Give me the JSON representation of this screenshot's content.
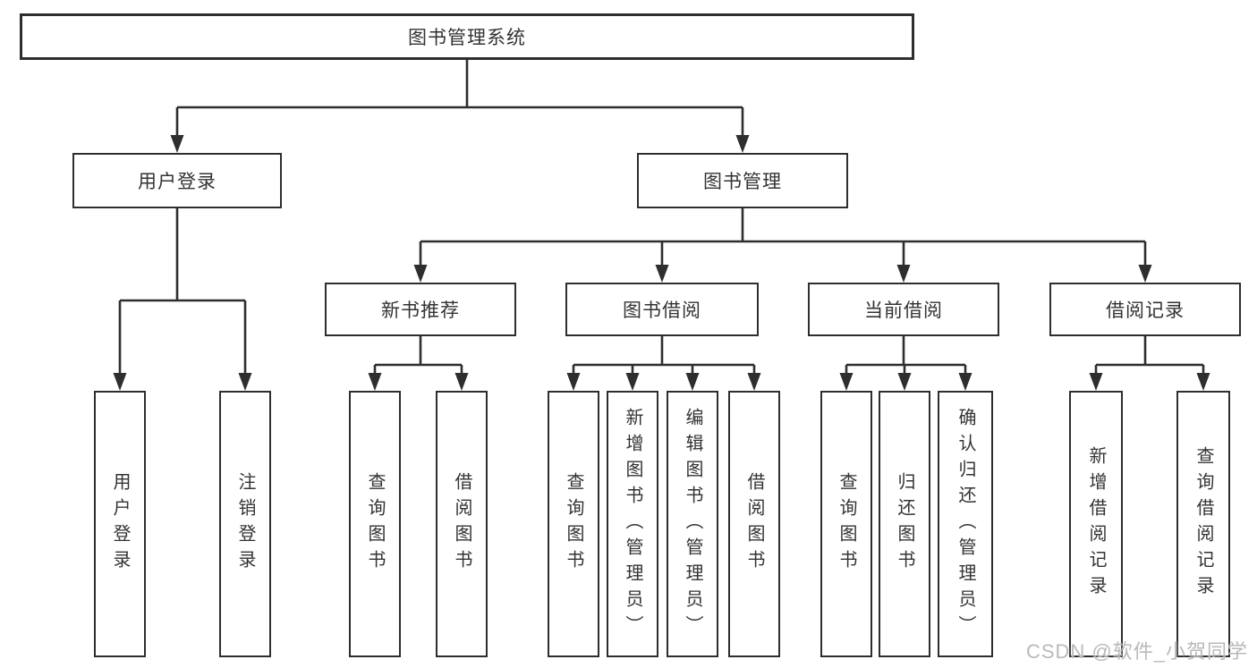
{
  "tree": {
    "root": "图书管理系统",
    "branches": [
      {
        "label": "用户登录",
        "children": [
          "用户登录",
          "注销登录"
        ]
      },
      {
        "label": "图书管理",
        "sections": [
          {
            "label": "新书推荐",
            "children": [
              "查询图书",
              "借阅图书"
            ]
          },
          {
            "label": "图书借阅",
            "children": [
              "查询图书",
              "新增图书（管理员）",
              "编辑图书（管理员）",
              "借阅图书"
            ]
          },
          {
            "label": "当前借阅",
            "children": [
              "查询图书",
              "归还图书",
              "确认归还（管理员）"
            ]
          },
          {
            "label": "借阅记录",
            "children": [
              "新增借阅记录",
              "查询借阅记录"
            ]
          }
        ]
      }
    ]
  },
  "watermark": "CSDN @软件_小贺同学",
  "colors": {
    "line": "#2e2e2e",
    "box_border": "#2e2e2e",
    "text": "#333333",
    "watermark": "#b9b9b9",
    "background": "#ffffff"
  }
}
